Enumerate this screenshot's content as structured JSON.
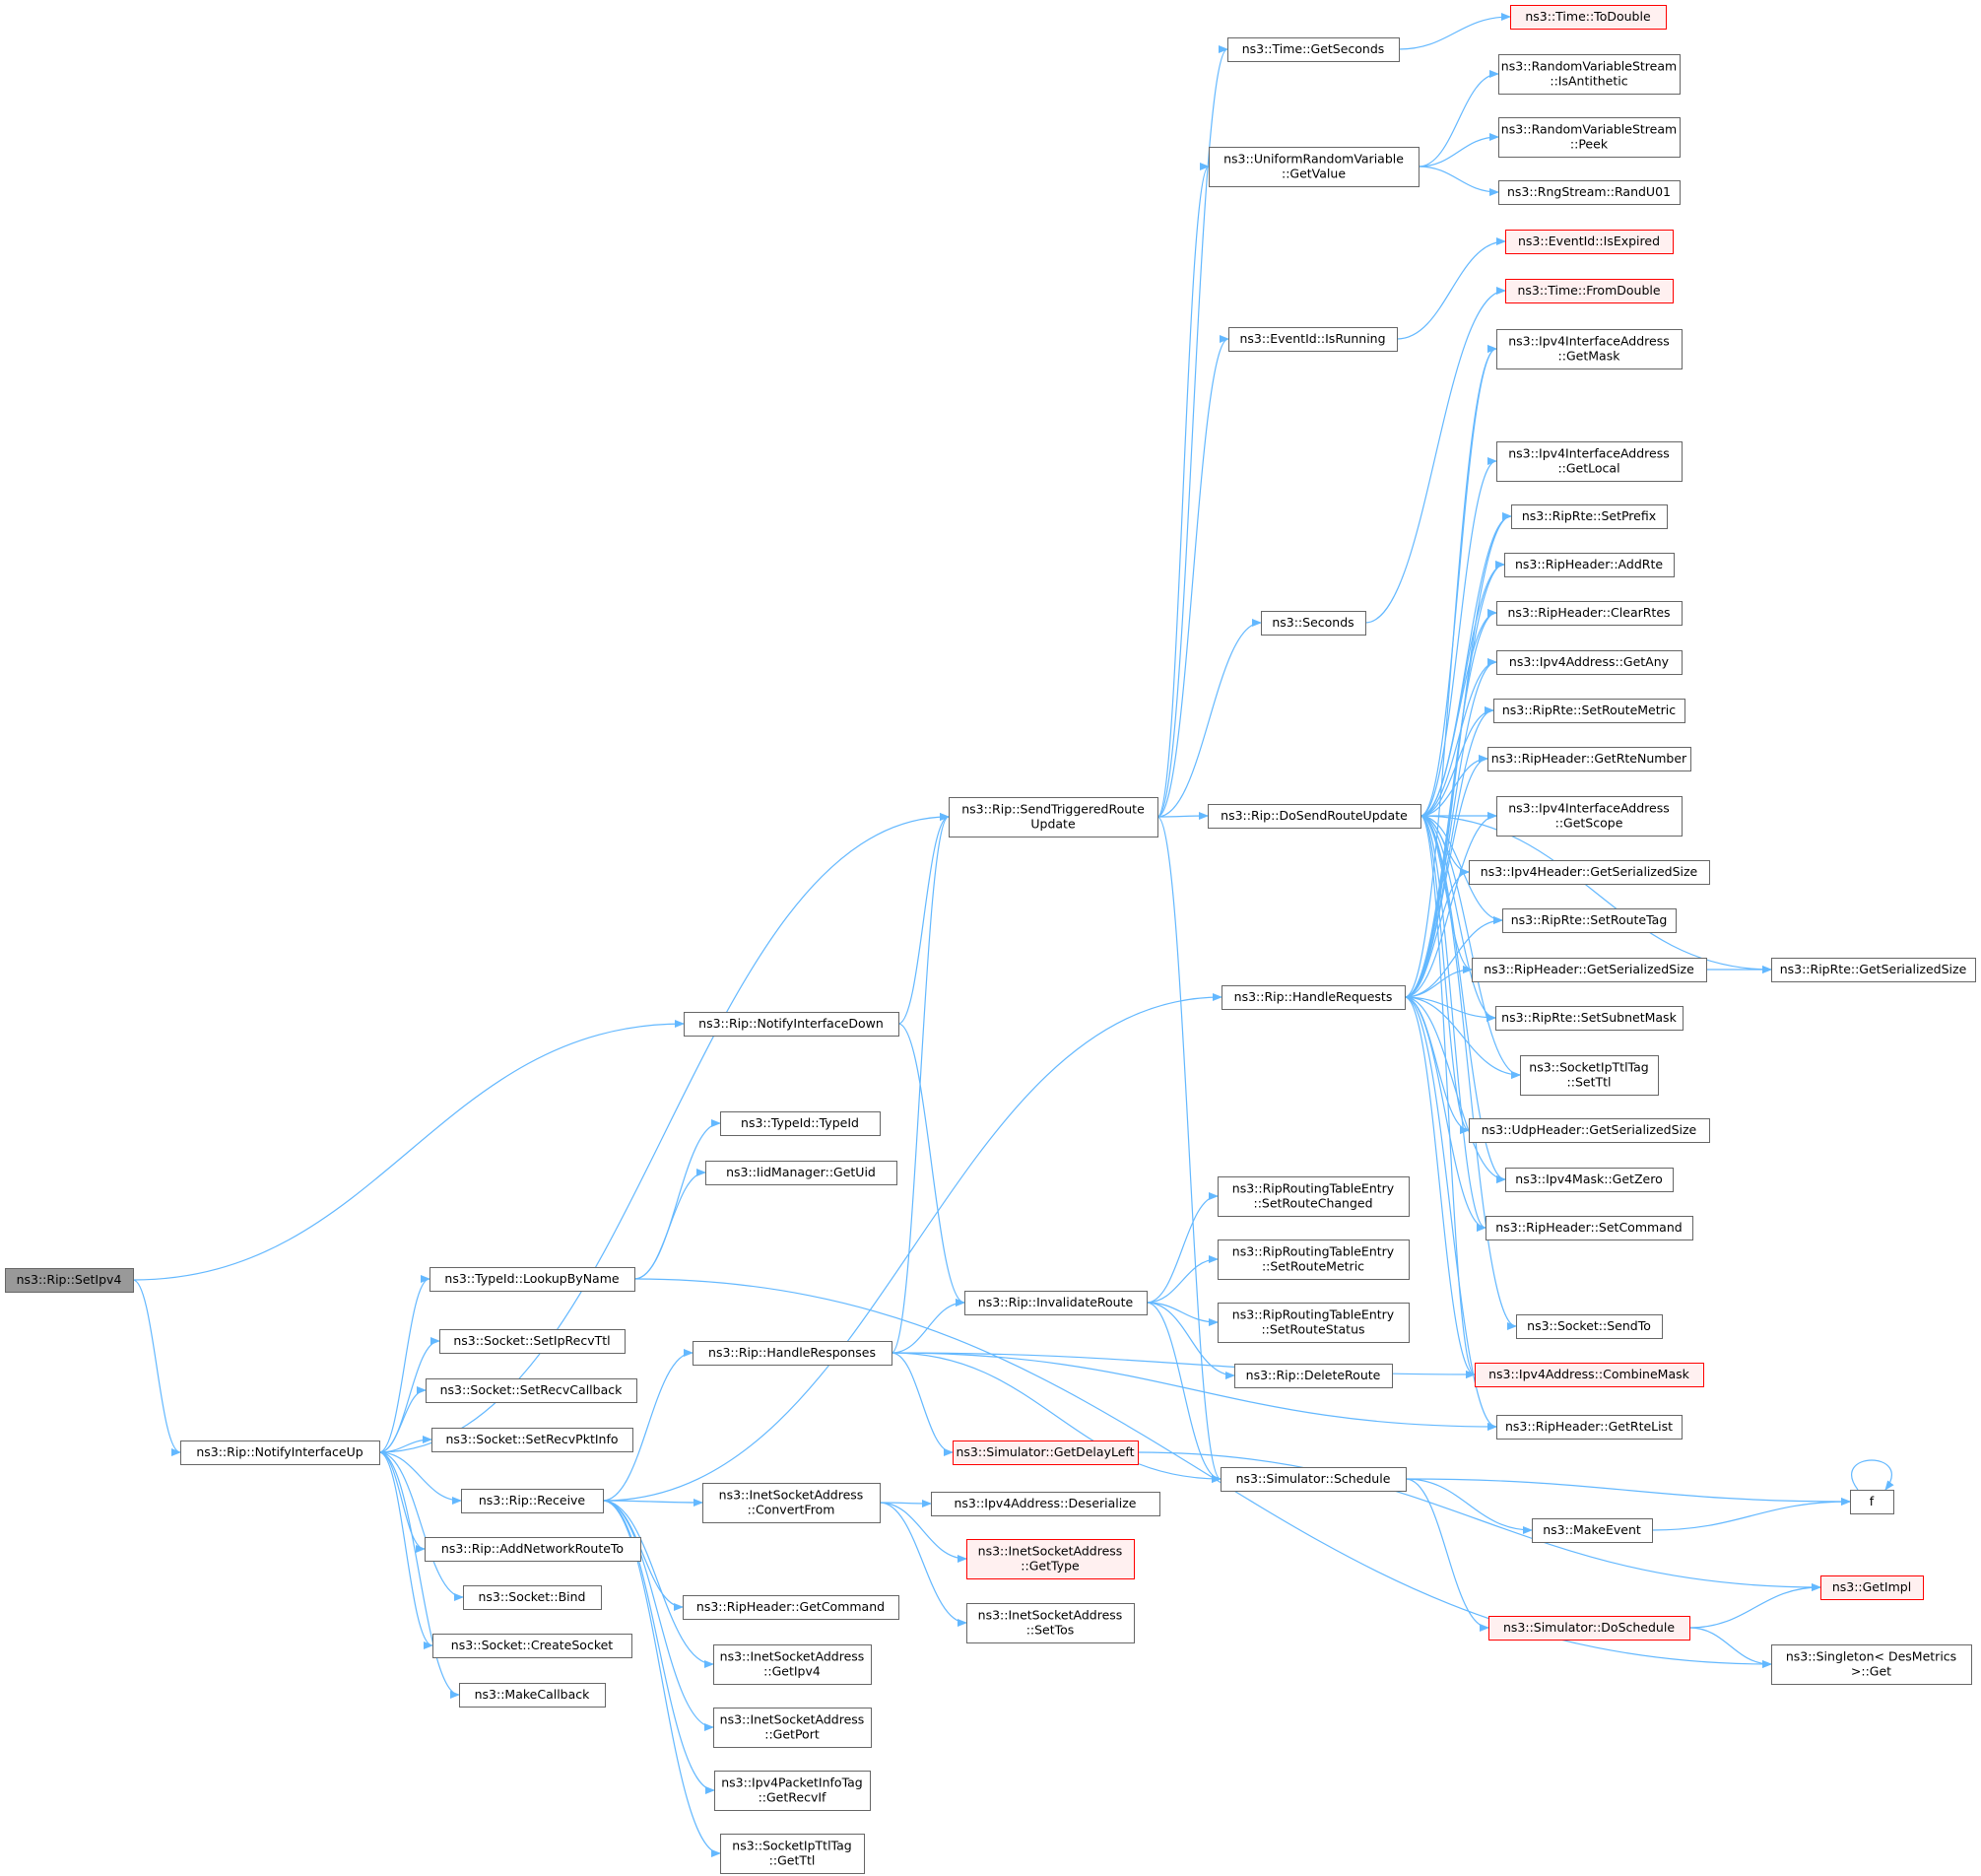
{
  "graph": {
    "colors": {
      "edge": "#63b8ff",
      "box_border": "#666666",
      "root_fill": "#999999",
      "truncated_border": "#ff0000",
      "truncated_fill": "#fff0f0",
      "text": "#000000"
    },
    "nodes": [
      {
        "id": "setipv4",
        "lines": [
          "ns3::Rip::SetIpv4"
        ],
        "style": "root"
      },
      {
        "id": "notifyup",
        "lines": [
          "ns3::Rip::NotifyInterfaceUp"
        ]
      },
      {
        "id": "notifydown",
        "lines": [
          "ns3::Rip::NotifyInterfaceDown"
        ]
      },
      {
        "id": "sendtrig",
        "lines": [
          "ns3::Rip::SendTriggeredRoute",
          "Update"
        ]
      },
      {
        "id": "lookup",
        "lines": [
          "ns3::TypeId::LookupByName"
        ]
      },
      {
        "id": "typeid",
        "lines": [
          "ns3::TypeId::TypeId"
        ]
      },
      {
        "id": "iidmgr",
        "lines": [
          "ns3::IidManager::GetUid"
        ]
      },
      {
        "id": "setiprecvttl",
        "lines": [
          "ns3::Socket::SetIpRecvTtl"
        ]
      },
      {
        "id": "setrecvcb",
        "lines": [
          "ns3::Socket::SetRecvCallback"
        ]
      },
      {
        "id": "setrecvpkt",
        "lines": [
          "ns3::Socket::SetRecvPktInfo"
        ]
      },
      {
        "id": "receive",
        "lines": [
          "ns3::Rip::Receive"
        ]
      },
      {
        "id": "addnet",
        "lines": [
          "ns3::Rip::AddNetworkRouteTo"
        ]
      },
      {
        "id": "bind",
        "lines": [
          "ns3::Socket::Bind"
        ]
      },
      {
        "id": "createsock",
        "lines": [
          "ns3::Socket::CreateSocket"
        ]
      },
      {
        "id": "makecb",
        "lines": [
          "ns3::MakeCallback"
        ]
      },
      {
        "id": "handleresp",
        "lines": [
          "ns3::Rip::HandleResponses"
        ]
      },
      {
        "id": "convfrom",
        "lines": [
          "ns3::InetSocketAddress",
          "::ConvertFrom"
        ]
      },
      {
        "id": "ripgetcmd",
        "lines": [
          "ns3::RipHeader::GetCommand"
        ]
      },
      {
        "id": "getipv4",
        "lines": [
          "ns3::InetSocketAddress",
          "::GetIpv4"
        ]
      },
      {
        "id": "getport",
        "lines": [
          "ns3::InetSocketAddress",
          "::GetPort"
        ]
      },
      {
        "id": "getrecvif",
        "lines": [
          "ns3::Ipv4PacketInfoTag",
          "::GetRecvIf"
        ]
      },
      {
        "id": "getttl",
        "lines": [
          "ns3::SocketIpTtlTag",
          "::GetTtl"
        ]
      },
      {
        "id": "gettime",
        "lines": [
          "ns3::Time::GetSeconds"
        ]
      },
      {
        "id": "todouble",
        "lines": [
          "ns3::Time::ToDouble"
        ],
        "style": "truncated"
      },
      {
        "id": "urvget",
        "lines": [
          "ns3::UniformRandomVariable",
          "::GetValue"
        ]
      },
      {
        "id": "isanti",
        "lines": [
          "ns3::RandomVariableStream",
          "::IsAntithetic"
        ]
      },
      {
        "id": "peek",
        "lines": [
          "ns3::RandomVariableStream",
          "::Peek"
        ]
      },
      {
        "id": "randu01",
        "lines": [
          "ns3::RngStream::RandU01"
        ]
      },
      {
        "id": "isexpired",
        "lines": [
          "ns3::EventId::IsExpired"
        ],
        "style": "truncated"
      },
      {
        "id": "isrunning",
        "lines": [
          "ns3::EventId::IsRunning"
        ]
      },
      {
        "id": "fromdouble",
        "lines": [
          "ns3::Time::FromDouble"
        ],
        "style": "truncated"
      },
      {
        "id": "seconds",
        "lines": [
          "ns3::Seconds"
        ]
      },
      {
        "id": "dosend",
        "lines": [
          "ns3::Rip::DoSendRouteUpdate"
        ]
      },
      {
        "id": "handlereq",
        "lines": [
          "ns3::Rip::HandleRequests"
        ]
      },
      {
        "id": "invalidate",
        "lines": [
          "ns3::Rip::InvalidateRoute"
        ]
      },
      {
        "id": "setroutechanged",
        "lines": [
          "ns3::RipRoutingTableEntry",
          "::SetRouteChanged"
        ]
      },
      {
        "id": "setroutemetric_e",
        "lines": [
          "ns3::RipRoutingTableEntry",
          "::SetRouteMetric"
        ]
      },
      {
        "id": "setroutestatus",
        "lines": [
          "ns3::RipRoutingTableEntry",
          "::SetRouteStatus"
        ]
      },
      {
        "id": "deleteroute",
        "lines": [
          "ns3::Rip::DeleteRoute"
        ]
      },
      {
        "id": "schedule",
        "lines": [
          "ns3::Simulator::Schedule"
        ]
      },
      {
        "id": "getdelayleft",
        "lines": [
          "ns3::Simulator::GetDelayLeft"
        ],
        "style": "truncated"
      },
      {
        "id": "deserialize",
        "lines": [
          "ns3::Ipv4Address::Deserialize"
        ]
      },
      {
        "id": "gettype",
        "lines": [
          "ns3::InetSocketAddress",
          "::GetType"
        ],
        "style": "truncated"
      },
      {
        "id": "settos",
        "lines": [
          "ns3::InetSocketAddress",
          "::SetTos"
        ]
      },
      {
        "id": "getmask",
        "lines": [
          "ns3::Ipv4InterfaceAddress",
          "::GetMask"
        ]
      },
      {
        "id": "getlocal",
        "lines": [
          "ns3::Ipv4InterfaceAddress",
          "::GetLocal"
        ]
      },
      {
        "id": "setprefix",
        "lines": [
          "ns3::RipRte::SetPrefix"
        ]
      },
      {
        "id": "addrte",
        "lines": [
          "ns3::RipHeader::AddRte"
        ]
      },
      {
        "id": "clearrtes",
        "lines": [
          "ns3::RipHeader::ClearRtes"
        ]
      },
      {
        "id": "getany",
        "lines": [
          "ns3::Ipv4Address::GetAny"
        ]
      },
      {
        "id": "setroutemetric",
        "lines": [
          "ns3::RipRte::SetRouteMetric"
        ]
      },
      {
        "id": "getrtenumber",
        "lines": [
          "ns3::RipHeader::GetRteNumber"
        ]
      },
      {
        "id": "getscope",
        "lines": [
          "ns3::Ipv4InterfaceAddress",
          "::GetScope"
        ]
      },
      {
        "id": "ipv4serial",
        "lines": [
          "ns3::Ipv4Header::GetSerializedSize"
        ]
      },
      {
        "id": "setroutetag",
        "lines": [
          "ns3::RipRte::SetRouteTag"
        ]
      },
      {
        "id": "ripserial",
        "lines": [
          "ns3::RipHeader::GetSerializedSize"
        ]
      },
      {
        "id": "rteserial",
        "lines": [
          "ns3::RipRte::GetSerializedSize"
        ]
      },
      {
        "id": "setsubnet",
        "lines": [
          "ns3::RipRte::SetSubnetMask"
        ]
      },
      {
        "id": "setttl",
        "lines": [
          "ns3::SocketIpTtlTag",
          "::SetTtl"
        ]
      },
      {
        "id": "udpserial",
        "lines": [
          "ns3::UdpHeader::GetSerializedSize"
        ]
      },
      {
        "id": "getzero",
        "lines": [
          "ns3::Ipv4Mask::GetZero"
        ]
      },
      {
        "id": "setcommand",
        "lines": [
          "ns3::RipHeader::SetCommand"
        ]
      },
      {
        "id": "sendto",
        "lines": [
          "ns3::Socket::SendTo"
        ]
      },
      {
        "id": "combinemask",
        "lines": [
          "ns3::Ipv4Address::CombineMask"
        ],
        "style": "truncated"
      },
      {
        "id": "getrtelist",
        "lines": [
          "ns3::RipHeader::GetRteList"
        ]
      },
      {
        "id": "f",
        "lines": [
          "f"
        ]
      },
      {
        "id": "makeevent",
        "lines": [
          "ns3::MakeEvent"
        ]
      },
      {
        "id": "getimpl",
        "lines": [
          "ns3::GetImpl"
        ],
        "style": "truncated"
      },
      {
        "id": "doschedule",
        "lines": [
          "ns3::Simulator::DoSchedule"
        ],
        "style": "truncated"
      },
      {
        "id": "singleton",
        "lines": [
          "ns3::Singleton< DesMetrics",
          " >::Get"
        ]
      }
    ],
    "edges": [
      [
        "setipv4",
        "notifydown"
      ],
      [
        "setipv4",
        "notifyup"
      ],
      [
        "notifydown",
        "sendtrig"
      ],
      [
        "notifydown",
        "invalidate"
      ],
      [
        "notifyup",
        "sendtrig"
      ],
      [
        "notifyup",
        "lookup"
      ],
      [
        "notifyup",
        "setiprecvttl"
      ],
      [
        "notifyup",
        "setrecvcb"
      ],
      [
        "notifyup",
        "setrecvpkt"
      ],
      [
        "notifyup",
        "receive"
      ],
      [
        "notifyup",
        "addnet"
      ],
      [
        "notifyup",
        "bind"
      ],
      [
        "notifyup",
        "createsock"
      ],
      [
        "notifyup",
        "makecb"
      ],
      [
        "lookup",
        "typeid"
      ],
      [
        "lookup",
        "iidmgr"
      ],
      [
        "lookup",
        "singleton"
      ],
      [
        "receive",
        "handlereq"
      ],
      [
        "receive",
        "handleresp"
      ],
      [
        "receive",
        "convfrom"
      ],
      [
        "receive",
        "ripgetcmd"
      ],
      [
        "receive",
        "getipv4"
      ],
      [
        "receive",
        "getport"
      ],
      [
        "receive",
        "getrecvif"
      ],
      [
        "receive",
        "getttl"
      ],
      [
        "handleresp",
        "sendtrig"
      ],
      [
        "handleresp",
        "invalidate"
      ],
      [
        "handleresp",
        "getdelayleft"
      ],
      [
        "handleresp",
        "schedule"
      ],
      [
        "handleresp",
        "getrtelist"
      ],
      [
        "handleresp",
        "combinemask"
      ],
      [
        "convfrom",
        "deserialize"
      ],
      [
        "convfrom",
        "gettype"
      ],
      [
        "convfrom",
        "settos"
      ],
      [
        "sendtrig",
        "gettime"
      ],
      [
        "sendtrig",
        "urvget"
      ],
      [
        "sendtrig",
        "isrunning"
      ],
      [
        "sendtrig",
        "seconds"
      ],
      [
        "sendtrig",
        "dosend"
      ],
      [
        "sendtrig",
        "schedule"
      ],
      [
        "gettime",
        "todouble"
      ],
      [
        "urvget",
        "isanti"
      ],
      [
        "urvget",
        "peek"
      ],
      [
        "urvget",
        "randu01"
      ],
      [
        "isrunning",
        "isexpired"
      ],
      [
        "seconds",
        "fromdouble"
      ],
      [
        "invalidate",
        "setroutechanged"
      ],
      [
        "invalidate",
        "setroutemetric_e"
      ],
      [
        "invalidate",
        "setroutestatus"
      ],
      [
        "invalidate",
        "deleteroute"
      ],
      [
        "invalidate",
        "schedule"
      ],
      [
        "dosend",
        "getmask"
      ],
      [
        "dosend",
        "getlocal"
      ],
      [
        "dosend",
        "setprefix"
      ],
      [
        "dosend",
        "addrte"
      ],
      [
        "dosend",
        "clearrtes"
      ],
      [
        "dosend",
        "getany"
      ],
      [
        "dosend",
        "setroutemetric"
      ],
      [
        "dosend",
        "getrtenumber"
      ],
      [
        "dosend",
        "getscope"
      ],
      [
        "dosend",
        "ipv4serial"
      ],
      [
        "dosend",
        "setroutetag"
      ],
      [
        "dosend",
        "ripserial"
      ],
      [
        "dosend",
        "setsubnet"
      ],
      [
        "dosend",
        "setttl"
      ],
      [
        "dosend",
        "udpserial"
      ],
      [
        "dosend",
        "getzero"
      ],
      [
        "dosend",
        "setcommand"
      ],
      [
        "dosend",
        "sendto"
      ],
      [
        "dosend",
        "combinemask"
      ],
      [
        "dosend",
        "rteserial"
      ],
      [
        "handlereq",
        "getmask"
      ],
      [
        "handlereq",
        "setprefix"
      ],
      [
        "handlereq",
        "addrte"
      ],
      [
        "handlereq",
        "clearrtes"
      ],
      [
        "handlereq",
        "getany"
      ],
      [
        "handlereq",
        "setroutemetric"
      ],
      [
        "handlereq",
        "getrtenumber"
      ],
      [
        "handlereq",
        "getscope"
      ],
      [
        "handlereq",
        "ipv4serial"
      ],
      [
        "handlereq",
        "setroutetag"
      ],
      [
        "handlereq",
        "ripserial"
      ],
      [
        "handlereq",
        "setsubnet"
      ],
      [
        "handlereq",
        "setttl"
      ],
      [
        "handlereq",
        "udpserial"
      ],
      [
        "handlereq",
        "getzero"
      ],
      [
        "handlereq",
        "setcommand"
      ],
      [
        "handlereq",
        "combinemask"
      ],
      [
        "handlereq",
        "getrtelist"
      ],
      [
        "ripserial",
        "rteserial"
      ],
      [
        "schedule",
        "f"
      ],
      [
        "schedule",
        "makeevent"
      ],
      [
        "schedule",
        "doschedule"
      ],
      [
        "makeevent",
        "f"
      ],
      [
        "f",
        "f"
      ],
      [
        "getdelayleft",
        "getimpl"
      ],
      [
        "doschedule",
        "getimpl"
      ],
      [
        "doschedule",
        "singleton"
      ]
    ]
  }
}
